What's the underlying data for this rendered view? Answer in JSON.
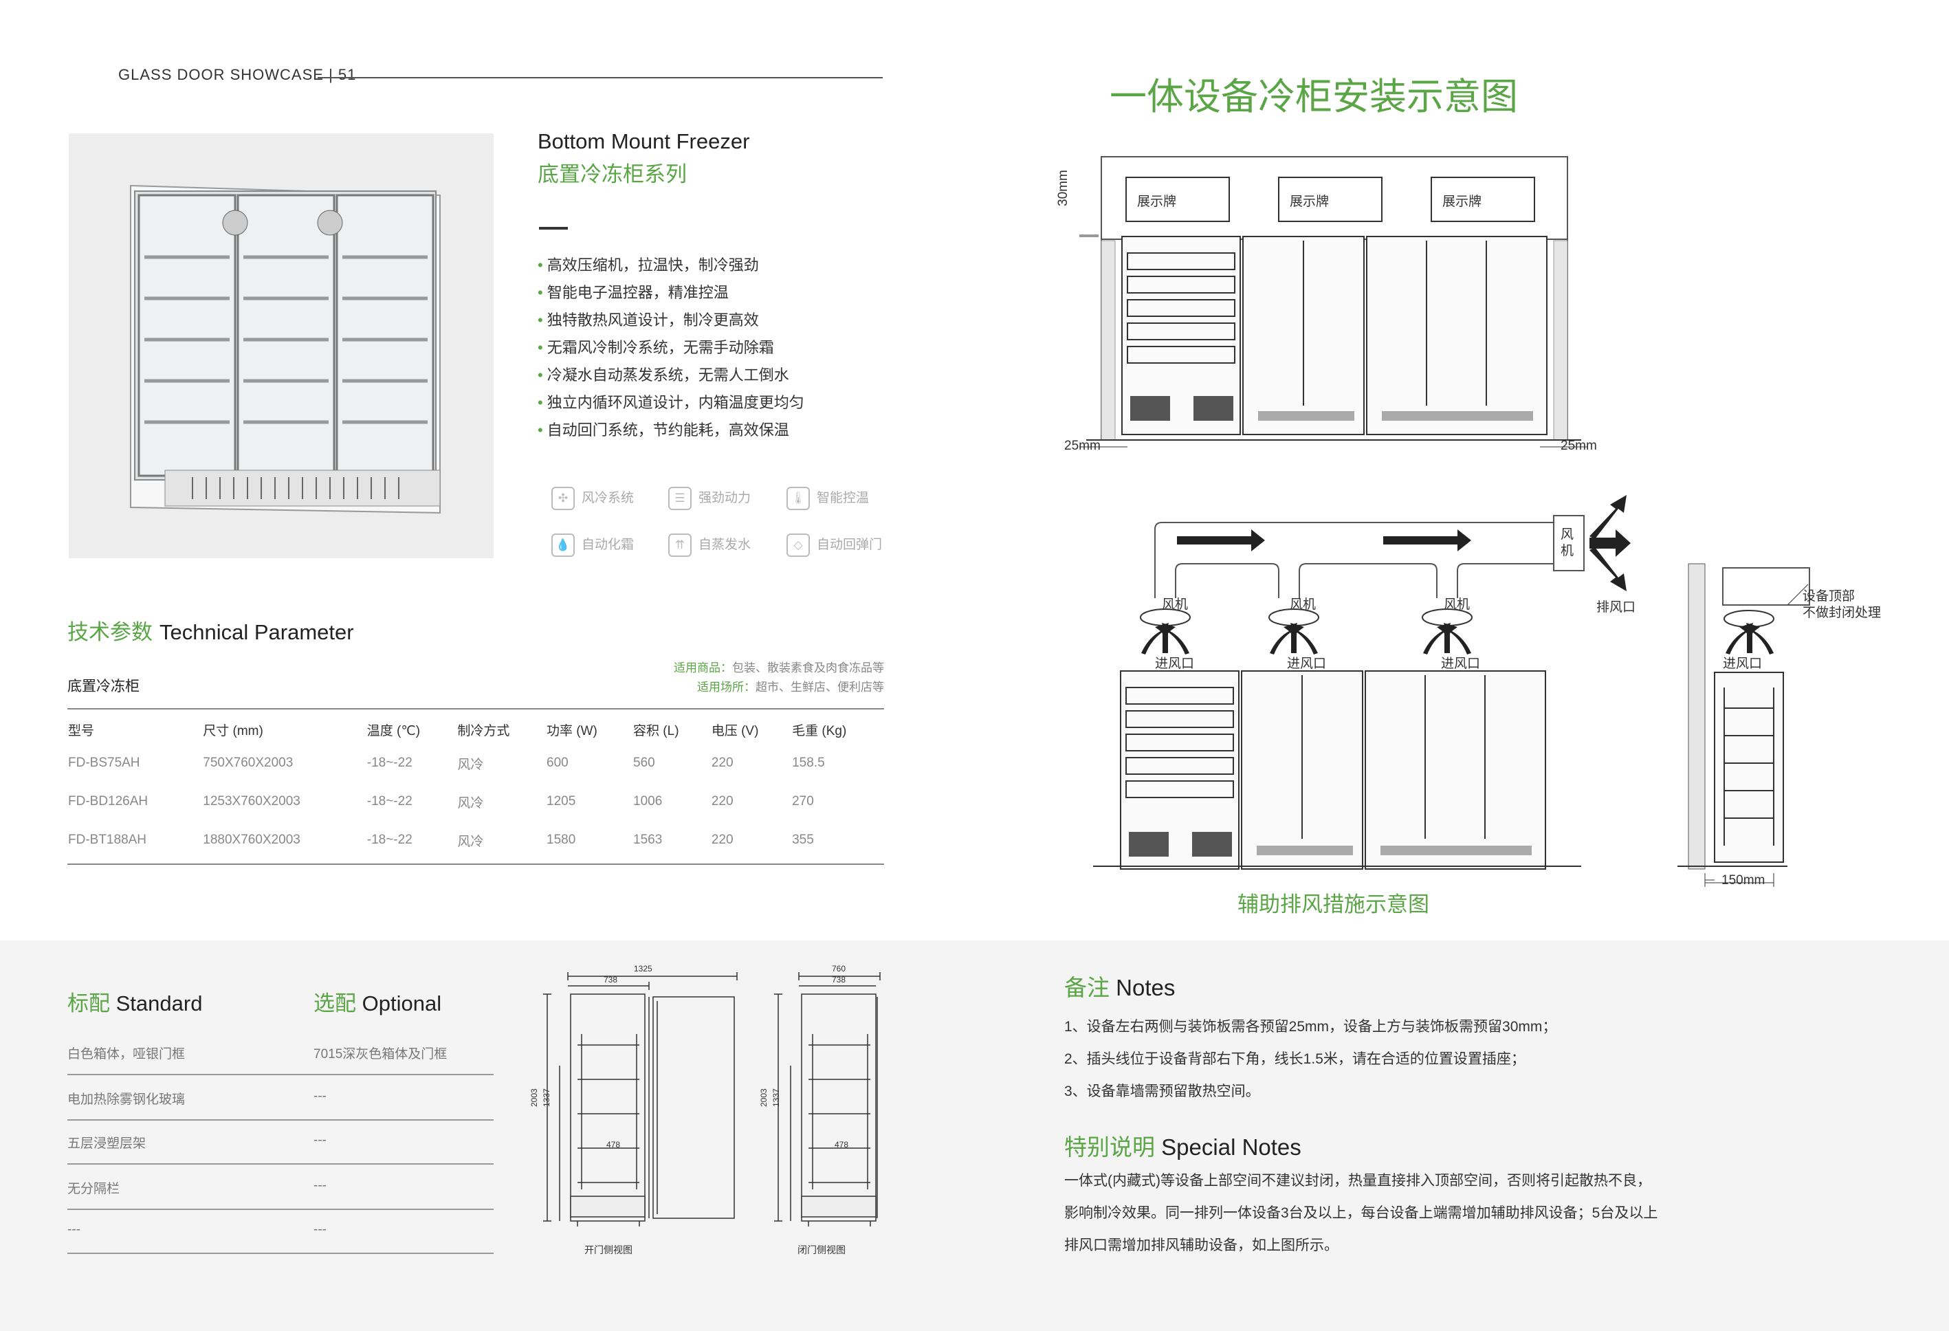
{
  "header": {
    "label": "GLASS DOOR SHOWCASE",
    "page": "51"
  },
  "product": {
    "title_en": "Bottom Mount Freezer",
    "title_cn": "底置冷冻柜系列",
    "features": [
      "高效压缩机，拉温快，制冷强劲",
      "智能电子温控器，精准控温",
      "独特散热风道设计，制冷更高效",
      "无霜风冷制冷系统，无需手动除霜",
      "冷凝水自动蒸发系统，无需人工倒水",
      "独立内循环风道设计，内箱温度更均匀",
      "自动回门系统，节约能耗，高效保温"
    ],
    "icons": [
      {
        "name": "fan-icon",
        "label": "风冷系统",
        "glyph": "✣"
      },
      {
        "name": "power-icon",
        "label": "强劲动力",
        "glyph": "☰"
      },
      {
        "name": "thermometer-icon",
        "label": "智能控温",
        "glyph": "🌡"
      },
      {
        "name": "droplet-icon",
        "label": "自动化霜",
        "glyph": "💧"
      },
      {
        "name": "evaporate-icon",
        "label": "自蒸发水",
        "glyph": "⇈"
      },
      {
        "name": "door-return-icon",
        "label": "自动回弹门",
        "glyph": "◇"
      }
    ]
  },
  "tech": {
    "title_cn": "技术参数",
    "title_en": "Technical Parameter",
    "category": "底置冷冻柜",
    "usage_goods_label": "适用商品：",
    "usage_goods": "包装、散装素食及肉食冻品等",
    "usage_place_label": "适用场所：",
    "usage_place": "超市、生鲜店、便利店等",
    "columns": [
      "型号",
      "尺寸 (mm)",
      "温度 (℃)",
      "制冷方式",
      "功率 (W)",
      "容积 (L)",
      "电压 (V)",
      "毛重 (Kg)"
    ],
    "rows": [
      [
        "FD-BS75AH",
        "750X760X2003",
        "-18~-22",
        "风冷",
        "600",
        "560",
        "220",
        "158.5"
      ],
      [
        "FD-BD126AH",
        "1253X760X2003",
        "-18~-22",
        "风冷",
        "1205",
        "1006",
        "220",
        "270"
      ],
      [
        "FD-BT188AH",
        "1880X760X2003",
        "-18~-22",
        "风冷",
        "1580",
        "1563",
        "220",
        "355"
      ]
    ]
  },
  "install": {
    "title": "一体设备冷柜安装示意图",
    "sign": "展示牌",
    "dim_top": "30mm",
    "dim_left": "25mm",
    "dim_right": "25mm"
  },
  "vent": {
    "caption": "辅助排风措施示意图",
    "fan": "风机",
    "fan_box": "风机",
    "inlet": "进风口",
    "exhaust": "排风口",
    "top_note_1": "设备顶部",
    "top_note_2": "不做封闭处理",
    "dim": "150mm"
  },
  "standard": {
    "title_cn": "标配",
    "title_en": "Standard",
    "items": [
      "白色箱体，哑银门框",
      "电加热除雾钢化玻璃",
      "五层浸塑层架",
      "无分隔栏",
      "---"
    ]
  },
  "optional": {
    "title_cn": "选配",
    "title_en": "Optional",
    "items": [
      "7015深灰色箱体及门框",
      "---",
      "---",
      "---",
      "---"
    ]
  },
  "drawings": {
    "open": {
      "caption": "开门侧视图",
      "w_total": "1325",
      "w": "738",
      "h": "2003",
      "h2": "1337",
      "d": "478"
    },
    "closed": {
      "caption": "闭门侧视图",
      "w_total": "760",
      "w": "738",
      "h": "2003",
      "h2": "1337",
      "d": "478"
    }
  },
  "notes": {
    "title_cn": "备注",
    "title_en": "Notes",
    "items": [
      "1、设备左右两侧与装饰板需各预留25mm，设备上方与装饰板需预留30mm；",
      "2、插头线位于设备背部右下角，线长1.5米，请在合适的位置设置插座；",
      "3、设备靠墙需预留散热空间。"
    ]
  },
  "special": {
    "title_cn": "特别说明",
    "title_en": "Special Notes",
    "lines": [
      "一体式(内藏式)等设备上部空间不建议封闭，热量直接排入顶部空间，否则将引起散热不良，",
      "影响制冷效果。同一排列一体设备3台及以上，每台设备上端需增加辅助排风设备；5台及以上",
      "排风口需增加排风辅助设备，如上图所示。"
    ]
  },
  "colors": {
    "accent": "#5aa545",
    "text": "#333333",
    "muted": "#888888"
  }
}
